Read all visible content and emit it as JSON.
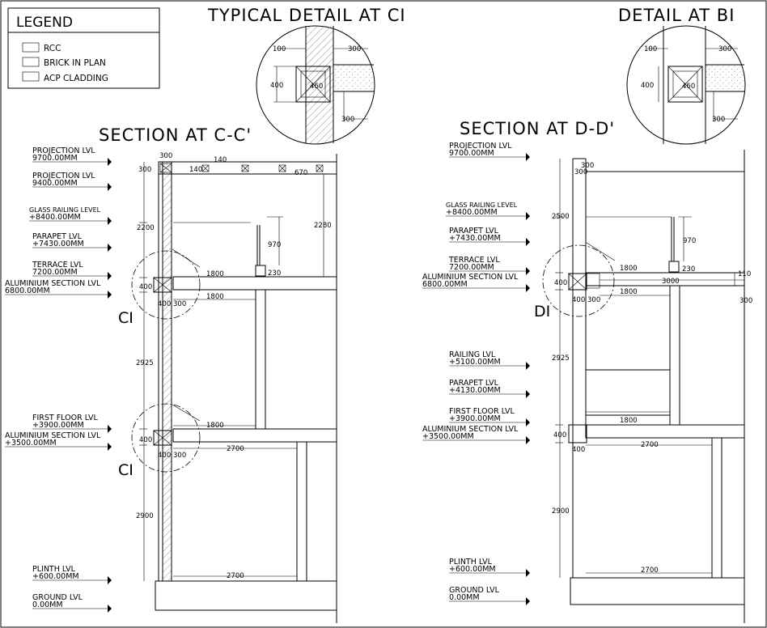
{
  "legend": {
    "title": "LEGEND",
    "items": [
      "RCC",
      "BRICK IN PLAN",
      "ACP CLADDING"
    ]
  },
  "titles": {
    "detail_ci": "TYPICAL DETAIL AT CI",
    "detail_bi": "DETAIL AT BI",
    "section_cc": "SECTION AT C-C'",
    "section_dd": "SECTION AT D-D'"
  },
  "detail_dims": [
    "100",
    "300",
    "400",
    "460",
    "300"
  ],
  "section_cc": {
    "levels": [
      {
        "name": "PROJECTION LVL",
        "value": "9700.00MM"
      },
      {
        "name": "PROJECTION LVL",
        "value": "9400.00MM"
      },
      {
        "name": "GLASS RAILING LEVEL",
        "value": "+8400.00MM"
      },
      {
        "name": "PARAPET LVL",
        "value": "+7430.00MM"
      },
      {
        "name": "TERRACE LVL",
        "value": "7200.00MM"
      },
      {
        "name": "ALUMINIUM SECTION LVL",
        "value": "6800.00MM"
      },
      {
        "name": "FIRST FLOOR LVL",
        "value": "+3900.00MM"
      },
      {
        "name": "ALUMINIUM SECTION LVL",
        "value": "+3500.00MM"
      },
      {
        "name": "PLINTH LVL",
        "value": "+600.00MM"
      },
      {
        "name": "GROUND LVL",
        "value": "0.00MM"
      }
    ],
    "dims": {
      "top300": "300",
      "d140a": "140",
      "d140b": "140",
      "left300": "300",
      "d670": "670",
      "d2200": "2200",
      "d2280": "2280",
      "d970": "970",
      "d230": "230",
      "d1800a": "1800",
      "d1800b": "1800",
      "d400a": "400",
      "d400b": "400",
      "d300b": "300",
      "d2925": "2925",
      "d1800c": "1800",
      "d400c": "400",
      "d400d": "400",
      "d300d": "300",
      "d2700a": "2700",
      "d2900": "2900",
      "d2700b": "2700"
    },
    "tags": [
      "CI",
      "CI"
    ]
  },
  "section_dd": {
    "levels": [
      {
        "name": "PROJECTION LVL",
        "value": "9700.00MM"
      },
      {
        "name": "GLASS RAILING LEVEL",
        "value": "+8400.00MM"
      },
      {
        "name": "PARAPET LVL",
        "value": "+7430.00MM"
      },
      {
        "name": "TERRACE LVL",
        "value": "7200.00MM"
      },
      {
        "name": "ALUMINIUM SECTION LVL",
        "value": "6800.00MM"
      },
      {
        "name": "RAILING LVL",
        "value": "+5100.00MM"
      },
      {
        "name": "PARAPET LVL",
        "value": "+4130.00MM"
      },
      {
        "name": "FIRST FLOOR LVL",
        "value": "+3900.00MM"
      },
      {
        "name": "ALUMINIUM SECTION LVL",
        "value": "+3500.00MM"
      },
      {
        "name": "PLINTH LVL",
        "value": "+600.00MM"
      },
      {
        "name": "GROUND LVL",
        "value": "0.00MM"
      }
    ],
    "dims": {
      "top300": "300",
      "top300b": "300",
      "d2500": "2500",
      "d970": "970",
      "d1800a": "1800",
      "d230": "230",
      "d110": "110",
      "d400a": "400",
      "d3000": "3000",
      "d1800b": "1800",
      "d400b": "400",
      "d300b": "300",
      "d300c": "300",
      "d2925": "2925",
      "d1800c": "1800",
      "d400c": "400",
      "d2700a": "2700",
      "d400d": "400",
      "d2900": "2900",
      "d2700b": "2700"
    },
    "tags": [
      "DI"
    ]
  }
}
